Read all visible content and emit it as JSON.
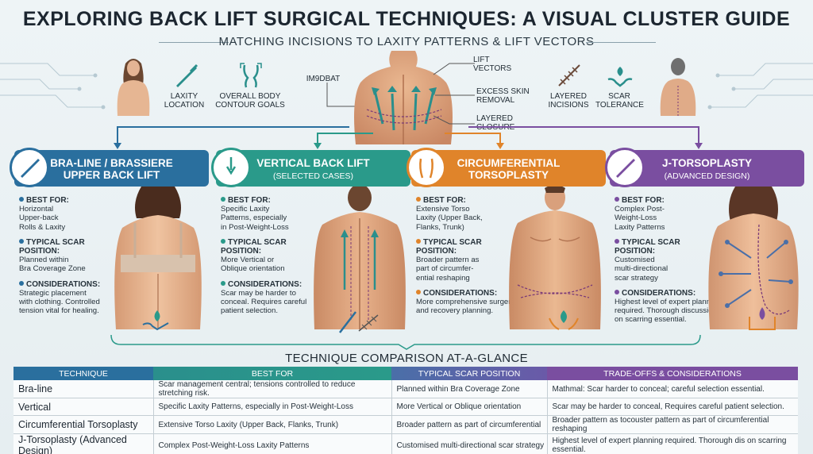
{
  "header": {
    "title": "EXPLORING BACK LIFT SURGICAL TECHNIQUES: A VISUAL CLUSTER GUIDE",
    "subtitle": "MATCHING INCISIONS TO LAXITY PATTERNS & LIFT VECTORS"
  },
  "top_icons": {
    "laxity_location": "LAXITY\nLOCATION",
    "contour_goals": "OVERALL BODY\nCONTOUR GOALS",
    "im9dbat": "IM9DBAT",
    "lift_vectors": "LIFT\nVECTORS",
    "excess_skin": "EXCESS SKIN\nREMOVAL",
    "layered_closure": "LAYERED\nCLOSURE",
    "layered_incisions": "LAYERED\nINCISIONS",
    "scar_tolerance": "SCAR\nTOLERANCE"
  },
  "colors": {
    "blue": "#2a6f9e",
    "teal": "#2a9a8a",
    "orange": "#e0842a",
    "purple": "#7a4ea0"
  },
  "cards": [
    {
      "title": "BRA-LINE / BRASSIERE\nUPPER BACK LIFT",
      "subtitle": "",
      "best_for_label": "BEST FOR:",
      "best_for": "Horizontal\nUpper-back\nRolls & Laxity",
      "scar_label": "TYPICAL SCAR\nPOSITION:",
      "scar": "Planned within\nBra Coverage Zone",
      "considerations_label": "CONSIDERATIONS:",
      "considerations": "Strategic placement\nwith clothing. Controlled\ntension vital for healing.",
      "icon": "scalpel-icon"
    },
    {
      "title": "VERTICAL BACK LIFT",
      "subtitle": "(SELECTED CASES)",
      "best_for_label": "BEST FOR:",
      "best_for": "Specific Laxity\nPatterns, especially\nin Post-Weight-Loss",
      "scar_label": "TYPICAL SCAR\nPOSITION:",
      "scar": "More Vertical or\nOblique orientation",
      "considerations_label": "CONSIDERATIONS:",
      "considerations": "Scar may be harder to\nconceal. Requires careful\npatient selection.",
      "icon": "scalpel-down-icon"
    },
    {
      "title": "CIRCUMFERENTIAL\nTORSOPLASTY",
      "subtitle": "",
      "best_for_label": "BEST FOR:",
      "best_for": "Extensive Torso\nLaxity (Upper Back,\nFlanks, Trunk)",
      "scar_label": "TYPICAL SCAR\nPOSITION:",
      "scar": "Broader pattern as\npart of circumfer-\nential reshaping",
      "considerations_label": "CONSIDERATIONS:",
      "considerations": "More comprehensive surgery\nand recovery planning.",
      "icon": "torso-icon"
    },
    {
      "title": "J-TORSOPLASTY",
      "subtitle": "(ADVANCED DESIGN)",
      "best_for_label": "BEST FOR:",
      "best_for": "Complex Post-\nWeight-Loss\nLaxity Patterns",
      "scar_label": "TYPICAL SCAR\nPOSITION:",
      "scar": "Customised\nmulti-directional\nscar strategy",
      "considerations_label": "CONSIDERATIONS:",
      "considerations": "Highest level of expert planning\nrequired. Thorough discussion\non scarring essential.",
      "icon": "scalpel-icon"
    }
  ],
  "comparison": {
    "title": "TECHNIQUE COMPARISON AT-A-GLANCE",
    "headers": [
      "TECHNIQUE",
      "BEST FOR",
      "TYPICAL SCAR POSITION",
      "TRADE-OFFS & CONSIDERATIONS"
    ],
    "rows": [
      [
        "Bra-line",
        "Scar management central; tensions controlled to reduce stretching risk.",
        "Planned within Bra Coverage Zone",
        "Mathmal: Scar harder to conceal; careful selection essential."
      ],
      [
        "Vertical",
        "Specific Laxity Patterns, especially in Post-Weight-Loss",
        "More Vertical or Oblique orientation",
        "Scar may be harder to conceal, Requires careful patient selection."
      ],
      [
        "Circumferential Torsoplasty",
        "Extensive Torso Laxity (Upper Back, Flanks, Trunk)",
        "Broader pattern as part of circumferential",
        "Broader pattern as tocouster pattern as part of circumferential reshaping"
      ],
      [
        "J-Torsoplasty (Advanced Design)",
        "Complex Post-Weight-Loss Laxity Patterns",
        "Customised multi-directional scar strategy",
        "Highest level of expert planning required. Thorough dis on scarring essential."
      ]
    ]
  }
}
